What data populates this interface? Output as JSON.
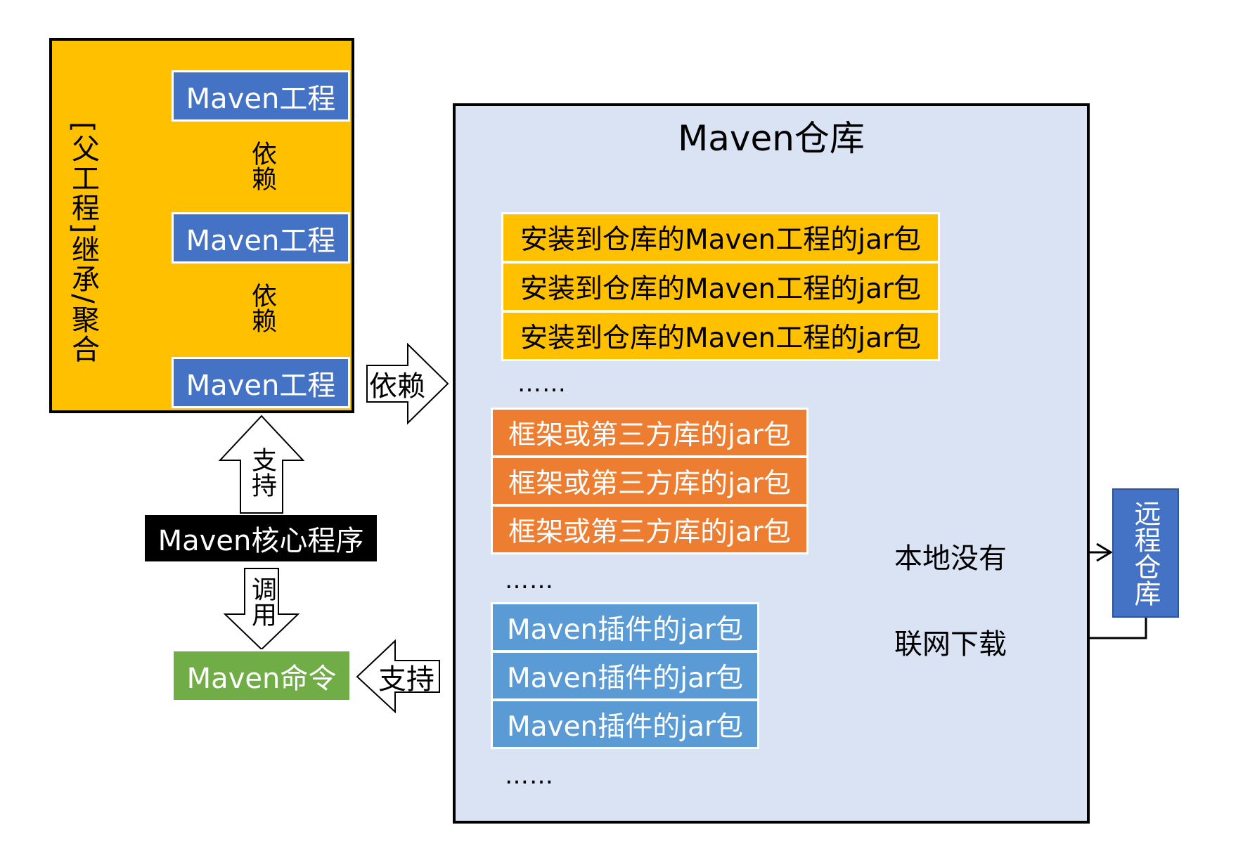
{
  "parent": {
    "label": "[父工程]继承/聚合",
    "projects": [
      "Maven工程",
      "Maven工程",
      "Maven工程"
    ],
    "arrows": [
      "依赖",
      "依赖"
    ],
    "color": "#ffc000"
  },
  "core": {
    "label": "Maven核心程序",
    "support_arrow": "支持",
    "call_arrow": "调用"
  },
  "command": {
    "label": "Maven命令",
    "support_arrow": "支持",
    "color": "#70ad47"
  },
  "dependency_arrow": "依赖",
  "repository": {
    "title": "Maven仓库",
    "installed": [
      "安装到仓库的Maven工程的jar包",
      "安装到仓库的Maven工程的jar包",
      "安装到仓库的Maven工程的jar包"
    ],
    "frameworks": [
      "框架或第三方库的jar包",
      "框架或第三方库的jar包",
      "框架或第三方库的jar包"
    ],
    "plugins": [
      "Maven插件的jar包",
      "Maven插件的jar包",
      "Maven插件的jar包"
    ],
    "ellipsis": "……",
    "color": "#dae3f3"
  },
  "remote": {
    "label": "远程仓库",
    "not_local": "本地没有",
    "download": "联网下载",
    "color": "#4472c4"
  }
}
